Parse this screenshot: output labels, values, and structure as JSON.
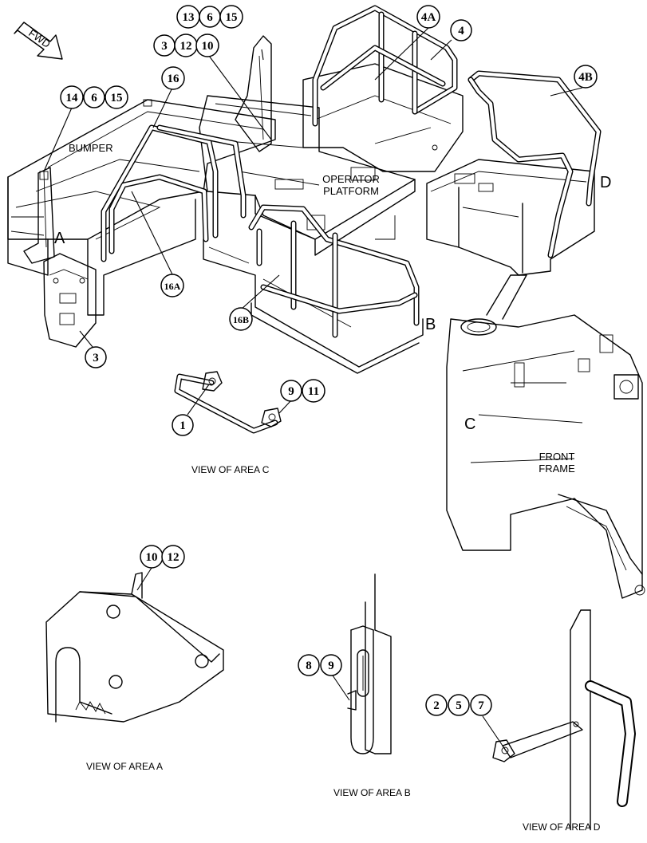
{
  "callouts": [
    {
      "id": "c13",
      "label": "13"
    },
    {
      "id": "c6a",
      "label": "6"
    },
    {
      "id": "c15a",
      "label": "15"
    },
    {
      "id": "c3a",
      "label": "3"
    },
    {
      "id": "c12a",
      "label": "12"
    },
    {
      "id": "c10a",
      "label": "10"
    },
    {
      "id": "c4A",
      "label": "4A"
    },
    {
      "id": "c4",
      "label": "4"
    },
    {
      "id": "c4B",
      "label": "4B"
    },
    {
      "id": "c16",
      "label": "16"
    },
    {
      "id": "c14",
      "label": "14"
    },
    {
      "id": "c6b",
      "label": "6"
    },
    {
      "id": "c15b",
      "label": "15"
    },
    {
      "id": "c16A",
      "label": "16A"
    },
    {
      "id": "c16B",
      "label": "16B"
    },
    {
      "id": "c3b",
      "label": "3"
    },
    {
      "id": "c1",
      "label": "1"
    },
    {
      "id": "c9a",
      "label": "9"
    },
    {
      "id": "c11",
      "label": "11"
    },
    {
      "id": "c10b",
      "label": "10"
    },
    {
      "id": "c12b",
      "label": "12"
    },
    {
      "id": "c8",
      "label": "8"
    },
    {
      "id": "c9b",
      "label": "9"
    },
    {
      "id": "c2",
      "label": "2"
    },
    {
      "id": "c5",
      "label": "5"
    },
    {
      "id": "c7",
      "label": "7"
    }
  ],
  "labels": {
    "fwd": "FWD",
    "bumper": "BUMPER",
    "operator_platform_line1": "OPERATOR",
    "operator_platform_line2": "PLATFORM",
    "front_frame_line1": "FRONT",
    "front_frame_line2": "FRAME"
  },
  "area_letters": {
    "a": "A",
    "b": "B",
    "c": "C",
    "d": "D"
  },
  "view_captions": {
    "c": "VIEW OF AREA C",
    "a": "VIEW OF AREA A",
    "b": "VIEW OF AREA B",
    "d": "VIEW OF AREA D"
  }
}
